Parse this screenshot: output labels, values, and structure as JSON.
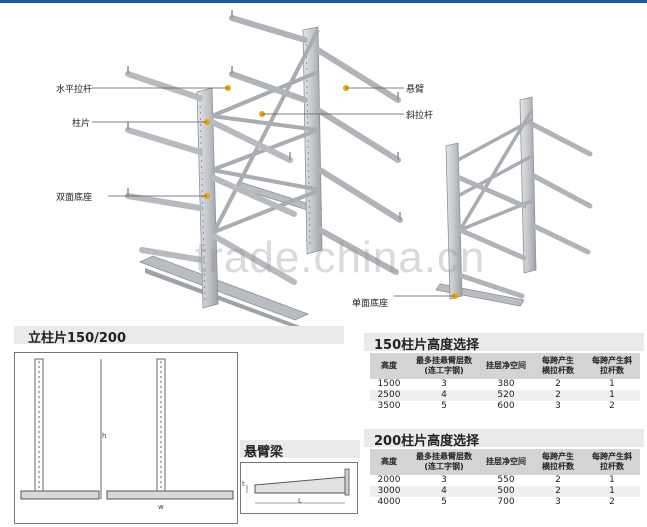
{
  "callouts": {
    "horizontal_brace": "水平拉杆",
    "column": "柱片",
    "double_base": "双面底座",
    "cantilever_arm": "悬臂",
    "diagonal_brace": "斜拉杆",
    "single_base": "单面底座"
  },
  "watermark": "trade.china.cn",
  "column_section": {
    "title": "立柱片150/200",
    "dim_h": "h",
    "dim_w": "w"
  },
  "beam_section": {
    "title": "悬臂梁",
    "dim_l": "L",
    "dim_t": "t"
  },
  "table_150": {
    "title": "150柱片高度选择",
    "headers": [
      {
        "main": "高度",
        "sub": ""
      },
      {
        "main": "最多挂悬臂层数",
        "sub": "(连工字钢)"
      },
      {
        "main": "挂层净空间",
        "sub": ""
      },
      {
        "main": "每跨产生",
        "sub": "横拉杆数"
      },
      {
        "main": "每跨产生斜",
        "sub": "拉杆数"
      }
    ],
    "rows": [
      [
        "1500",
        "3",
        "380",
        "2",
        "1"
      ],
      [
        "2500",
        "4",
        "520",
        "2",
        "1"
      ],
      [
        "3500",
        "5",
        "600",
        "3",
        "2"
      ]
    ]
  },
  "table_200": {
    "title": "200柱片高度选择",
    "headers": [
      {
        "main": "高度",
        "sub": ""
      },
      {
        "main": "最多挂悬臂层数",
        "sub": "(连工字钢)"
      },
      {
        "main": "挂层净空间",
        "sub": ""
      },
      {
        "main": "每跨产生",
        "sub": "横拉杆数"
      },
      {
        "main": "每跨产生斜",
        "sub": "拉杆数"
      }
    ],
    "rows": [
      [
        "2000",
        "3",
        "550",
        "2",
        "1"
      ],
      [
        "3000",
        "4",
        "500",
        "2",
        "1"
      ],
      [
        "4000",
        "5",
        "700",
        "3",
        "2"
      ]
    ]
  },
  "colors": {
    "steel": "#c9ccd0",
    "steel_dark": "#8d9096",
    "callout_dot": "#f0a500",
    "accent": "#1a5ca8"
  }
}
